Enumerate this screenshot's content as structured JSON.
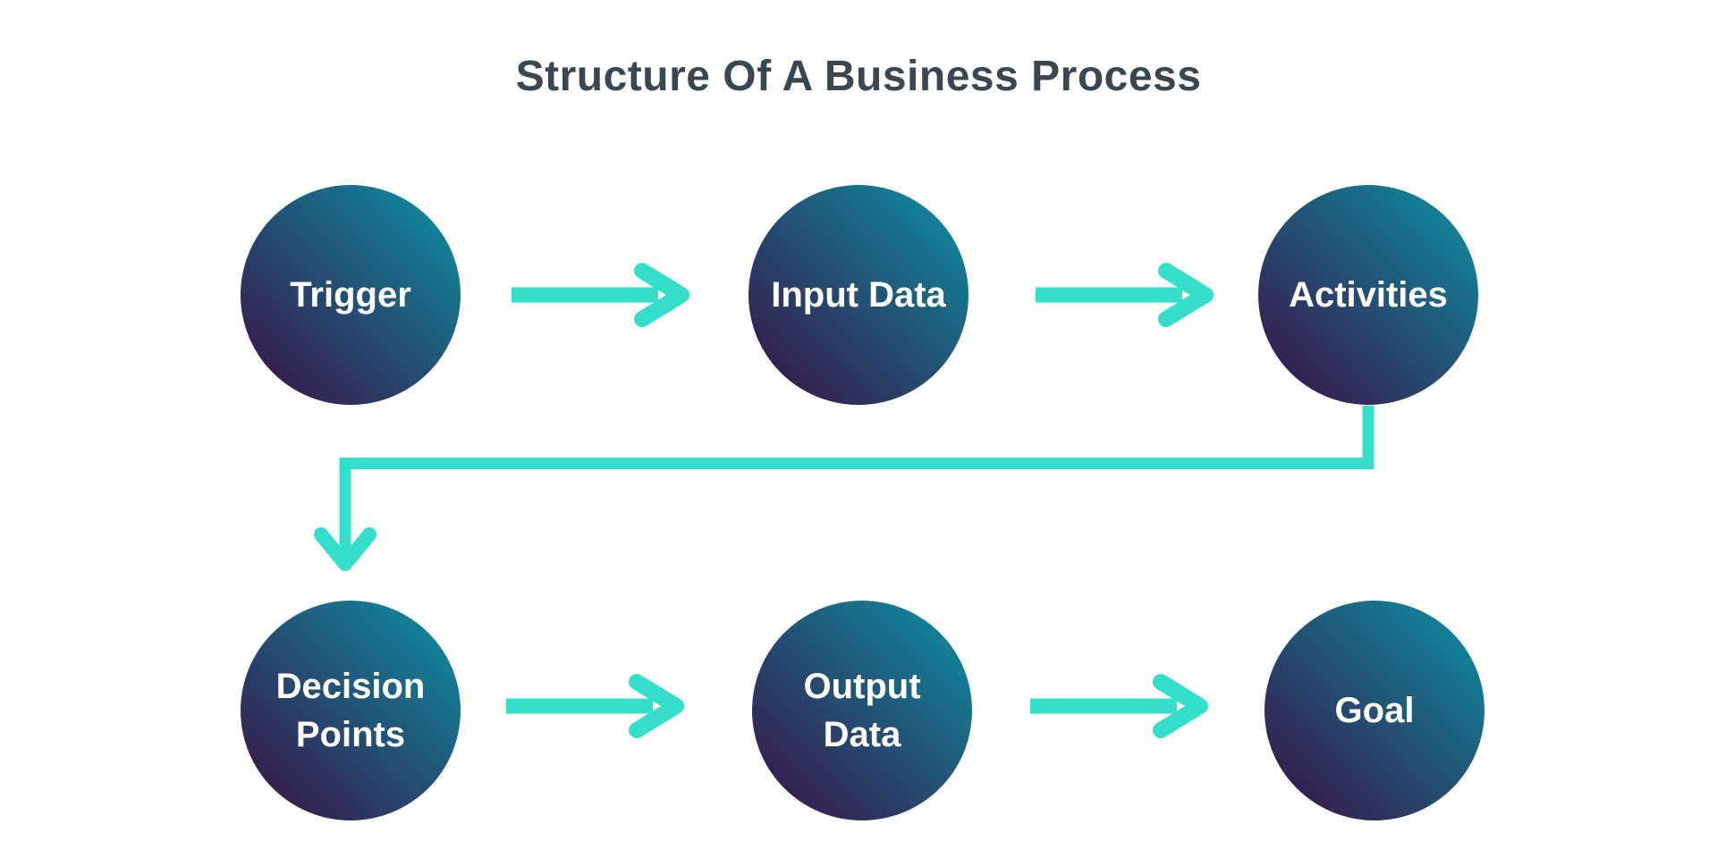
{
  "title": {
    "text": "Structure Of A Business Process",
    "color": "#3A4750"
  },
  "diagram": {
    "nodes": [
      {
        "id": "trigger",
        "label": "Trigger"
      },
      {
        "id": "input-data",
        "label": "Input Data"
      },
      {
        "id": "activities",
        "label": "Activities"
      },
      {
        "id": "decision-points",
        "label": "Decision Points"
      },
      {
        "id": "output-data",
        "label": "Output Data"
      },
      {
        "id": "goal",
        "label": "Goal"
      }
    ],
    "flow_order": [
      "Trigger",
      "Input Data",
      "Activities",
      "Decision Points",
      "Output Data",
      "Goal"
    ],
    "colors": {
      "node_gradient_start": "#3B0E42",
      "node_gradient_end": "#0C93A6",
      "node_text": "#FFFFFF",
      "arrow": "#34DECB",
      "background": "#FFFFFF"
    }
  }
}
